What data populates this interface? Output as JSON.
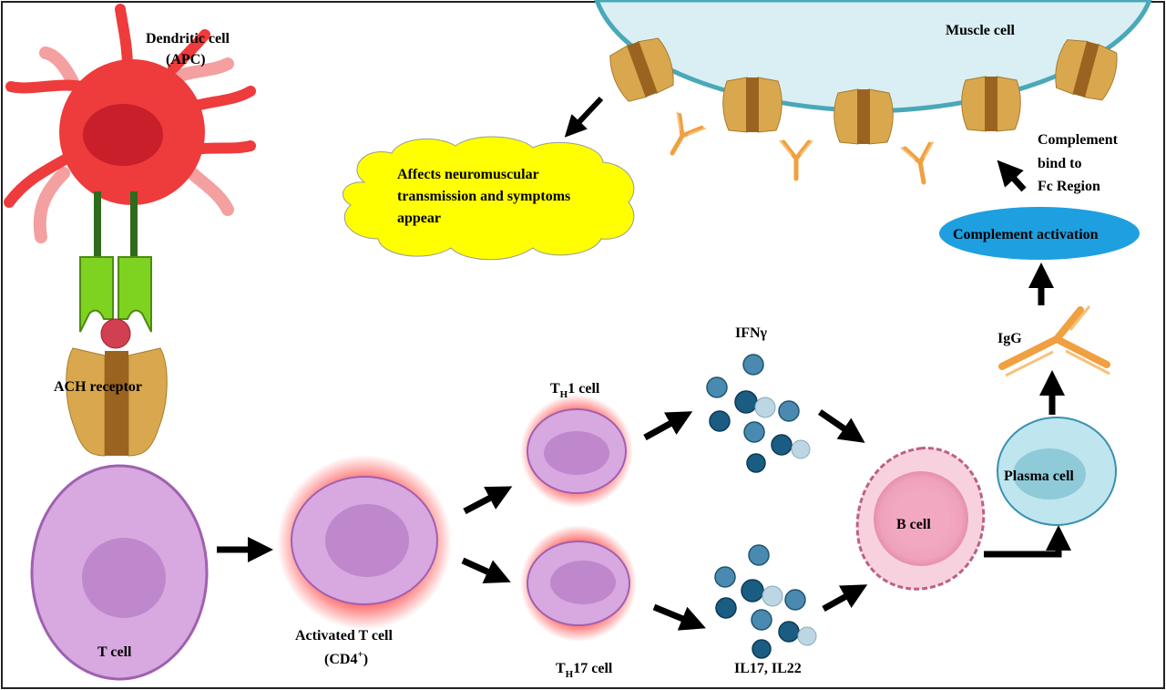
{
  "labels": {
    "dendritic_line1": "Dendritic cell",
    "dendritic_line2": "(APC)",
    "ach_receptor": "ACH receptor",
    "t_cell": "T cell",
    "activated_line1": "Activated T cell",
    "activated_line2_main": "(CD4",
    "activated_line2_sup": "+",
    "activated_line2_end": ")",
    "th1_pre": "T",
    "th1_sub": "H",
    "th1_post": "1 cell",
    "th17_pre": "T",
    "th17_sub": "H",
    "th17_post": "17 cell",
    "ifn": "IFNγ",
    "il": "IL17, IL22",
    "b_cell": "B cell",
    "plasma_cell": "Plasma cell",
    "igg": "IgG",
    "complement_activation": "Complement  activation",
    "complement_bind_1": "Complement",
    "complement_bind_2": "bind to",
    "complement_bind_3": "Fc Region",
    "muscle_cell": "Muscle cell",
    "affects_1": "Affects neuromuscular",
    "affects_2": "transmission and symptoms",
    "affects_3": "appear"
  },
  "colors": {
    "dendritic": "#ee3b3b",
    "receptor_green": "#7ed321",
    "receptor_tan": "#d9a84e",
    "t_cell": "#d8a8e0",
    "cloud": "#ffff00",
    "complement": "#1e9fe0",
    "muscle": "#d9eff3",
    "antibody": "#f0a040",
    "cytokine": "#2a6f93"
  }
}
